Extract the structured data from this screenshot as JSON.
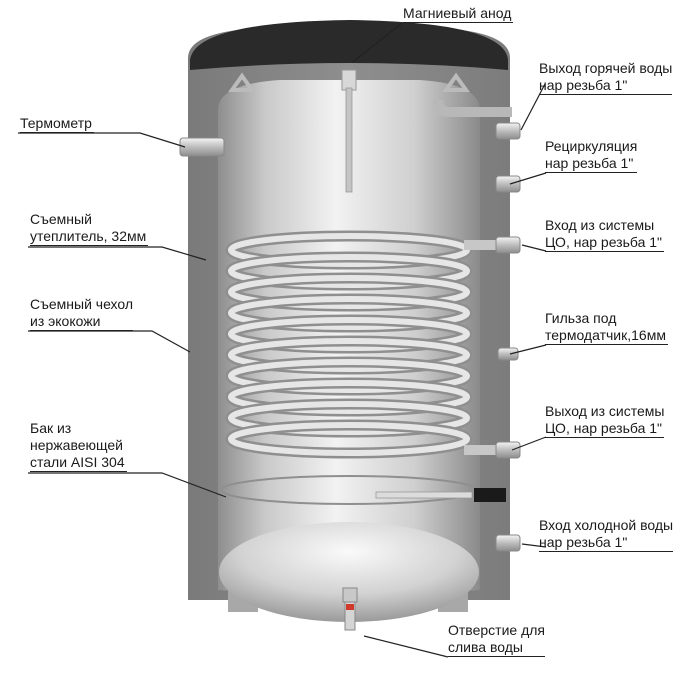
{
  "labels": {
    "magnesium_anode": [
      "Магниевый анод"
    ],
    "thermometer": [
      "Термометр"
    ],
    "insulation": [
      "Съемный",
      "утеплитель, 32мм"
    ],
    "cover": [
      "Съемный чехол",
      "из экокожи"
    ],
    "tank": [
      "Бак из",
      "нержавеющей",
      "стали AISI 304"
    ],
    "hot_out": [
      "Выход горячей воды",
      "нар резьба 1\""
    ],
    "recirc": [
      "Рециркуляция",
      "нар резьба 1\""
    ],
    "sys_in": [
      "Вход из системы",
      "ЦО, нар резьба 1\""
    ],
    "sensor": [
      "Гильза под",
      "термодатчик,16мм"
    ],
    "sys_out": [
      "Выход из системы",
      "ЦО, нар резьба 1\""
    ],
    "cold_in": [
      "Вход холодной воды",
      "нар резьба 1\""
    ],
    "drain": [
      "Отверстие для",
      "слива воды"
    ]
  },
  "colors": {
    "jacket": "#8a8a8a",
    "jacket_dark": "#6f6f6f",
    "lid": "#2b2b2b",
    "steel_light": "#eeeeee",
    "steel_dark": "#9c9c9c",
    "coil": "#cfcfcf"
  }
}
